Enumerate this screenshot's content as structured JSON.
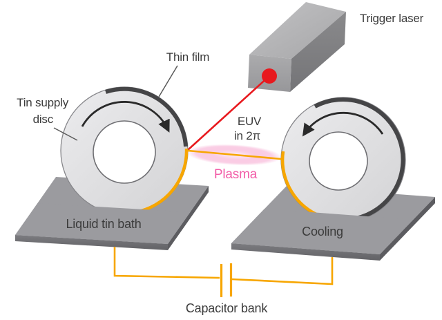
{
  "diagram": {
    "labels": {
      "tin_supply_line1": "Tin supply",
      "tin_supply_line2": "disc",
      "thin_film": "Thin film",
      "trigger_laser": "Trigger laser",
      "euv_line1": "EUV",
      "euv_line2": "in 2π",
      "plasma": "Plasma",
      "liquid_tin_bath": "Liquid tin bath",
      "cooling": "Cooling",
      "capacitor_bank": "Capacitor bank"
    },
    "colors": {
      "orange": "#F7A600",
      "red": "#E8191E",
      "pink_text": "#F25EA8",
      "plasma_glow": "#F8B8D9",
      "disc_fill": "#DEDEE0",
      "rim_dark": "#454547",
      "plate_gray": "#9B9B9F",
      "text": "#3B3B3B"
    }
  }
}
